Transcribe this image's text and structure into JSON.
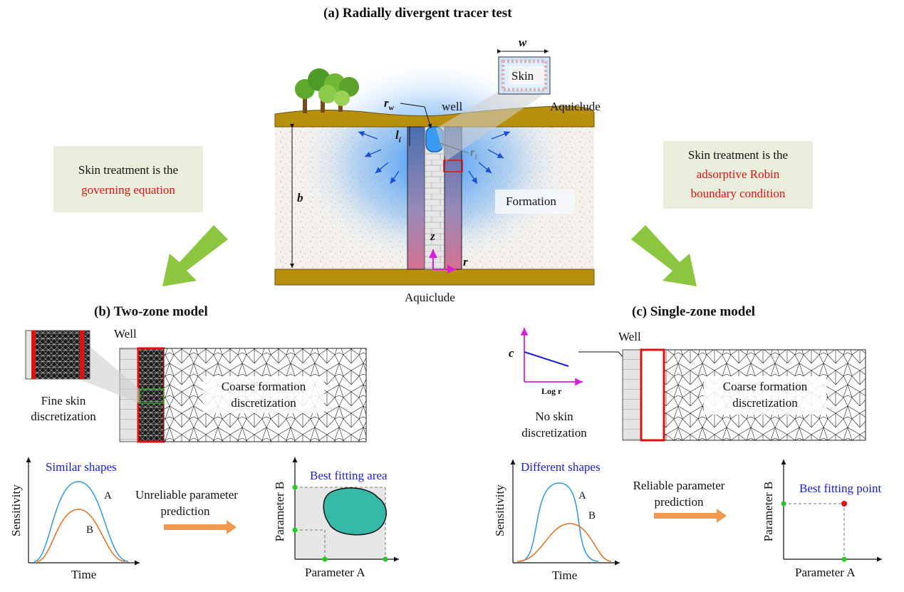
{
  "panel_a": {
    "title": "(a) Radially divergent tracer test",
    "labels": {
      "w": "w",
      "skin": "Skin",
      "rw": "r",
      "rw_sub": "w",
      "well": "well",
      "aquiclude_top": "Aquiclude",
      "aquiclude_bottom": "Aquiclude",
      "li": "l",
      "li_sub": "i",
      "ri": "r",
      "ri_sub": "i",
      "b": "b",
      "formation": "Formation",
      "z": "z",
      "r": "r"
    }
  },
  "notes": {
    "left": {
      "line1": "Skin treatment is the",
      "line2": "governing equation"
    },
    "right": {
      "line1": "Skin treatment is the",
      "line2": "adsorptive Robin",
      "line3": "boundary condition"
    }
  },
  "panel_b": {
    "title": "(b) Two-zone model",
    "well": "Well",
    "fine_skin": {
      "line1": "Fine skin",
      "line2": "discretization"
    },
    "coarse": {
      "line1": "Coarse formation",
      "line2": "discretization"
    },
    "sensitivity": {
      "title": "Similar shapes",
      "ylabel": "Sensitivity",
      "xlabel": "Time",
      "A": "A",
      "B": "B"
    },
    "arrow_text": {
      "line1": "Unreliable parameter",
      "line2": "prediction"
    },
    "param": {
      "title": "Best fitting area",
      "ylabel": "Parameter B",
      "xlabel": "Parameter A"
    }
  },
  "panel_c": {
    "title": "(c) Single-zone model",
    "well": "Well",
    "mini_plot": {
      "ylabel": "c",
      "xlabel": "Log r"
    },
    "no_skin": {
      "line1": "No skin",
      "line2": "discretization"
    },
    "coarse": {
      "line1": "Coarse formation",
      "line2": "discretization"
    },
    "sensitivity": {
      "title": "Different shapes",
      "ylabel": "Sensitivity",
      "xlabel": "Time",
      "A": "A",
      "B": "B"
    },
    "arrow_text": {
      "line1": "Reliable parameter",
      "line2": "prediction"
    },
    "param": {
      "title": "Best fitting point",
      "ylabel": "Parameter B",
      "xlabel": "Parameter A"
    }
  },
  "colors": {
    "red": "#e01010",
    "blue": "#1a1ad6",
    "green_arrow": "#8cc63f",
    "orange_arrow": "#f09a50",
    "aquiclude": "#b8900e",
    "teal": "#37b9a8"
  }
}
